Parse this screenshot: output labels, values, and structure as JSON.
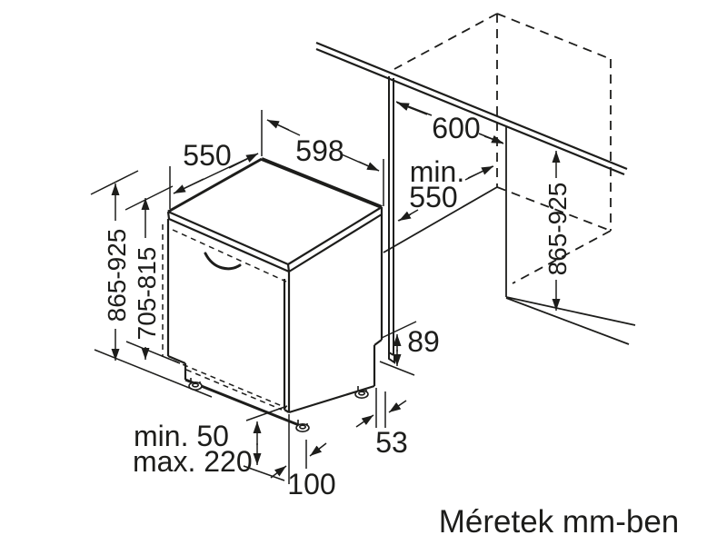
{
  "diagram": {
    "type": "built-in dishwasher installation dimensions",
    "caption": "Méretek mm-ben",
    "colors": {
      "line": "#1d1d1b",
      "background": "#ffffff"
    },
    "dimensions": {
      "top_depth": "550",
      "top_width": "598",
      "niche_width": "600",
      "niche_depth_line1": "min.",
      "niche_depth_line2": "550",
      "appliance_height_range": "865-925",
      "door_panel_height_range": "705-815",
      "niche_height_range": "865-925",
      "base_step_height": "89",
      "rear_foot_offset": "53",
      "front_foot_offset": "100",
      "plinth_min": "min. 50",
      "plinth_max": "max. 220"
    }
  }
}
